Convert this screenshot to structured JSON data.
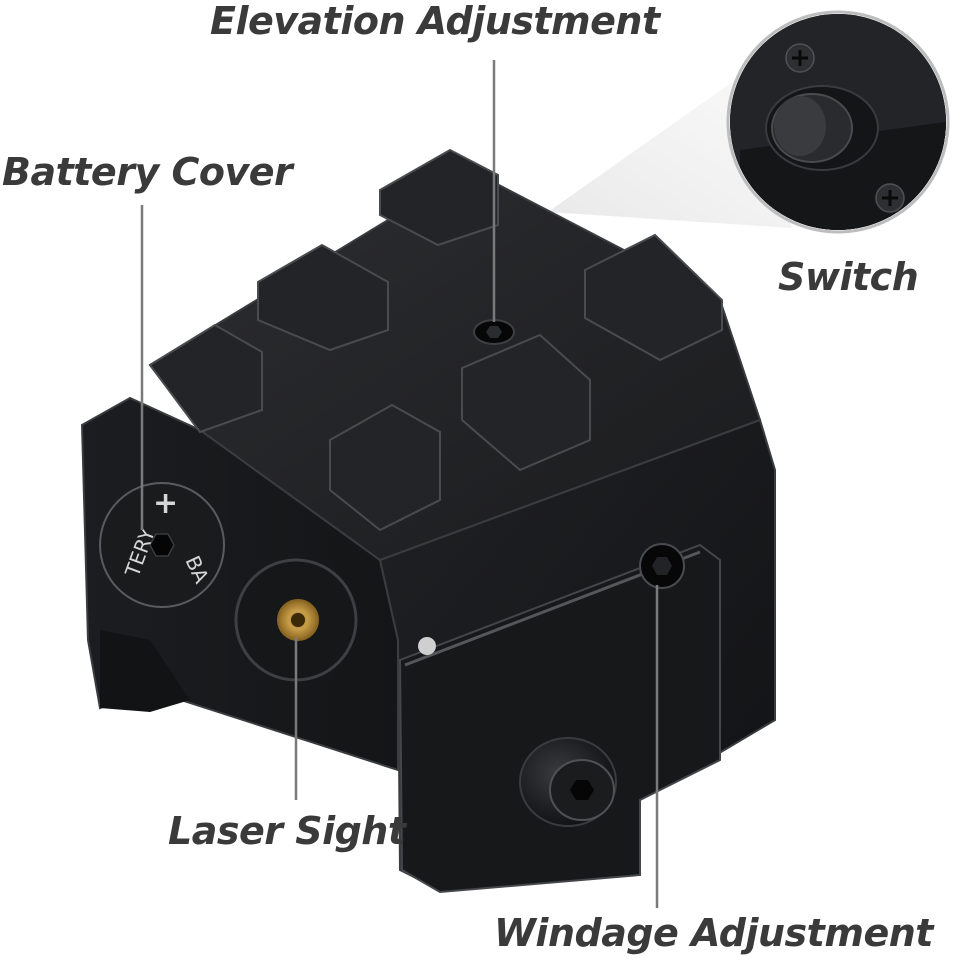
{
  "labels": {
    "elevation": "Elevation Adjustment",
    "battery": "Battery Cover",
    "switch": "Switch",
    "laser": "Laser Sight",
    "windage": "Windage Adjustment"
  },
  "engraving": {
    "line1": "BA",
    "line2": "TERY"
  },
  "colors": {
    "body": "#1b1c1e",
    "body_light": "#2c2d30",
    "body_dark": "#0f1012",
    "edge": "#4a4b4f",
    "brass": "#c9a04a",
    "label": "#3a3a3a",
    "leader": "#7a7a7a"
  }
}
